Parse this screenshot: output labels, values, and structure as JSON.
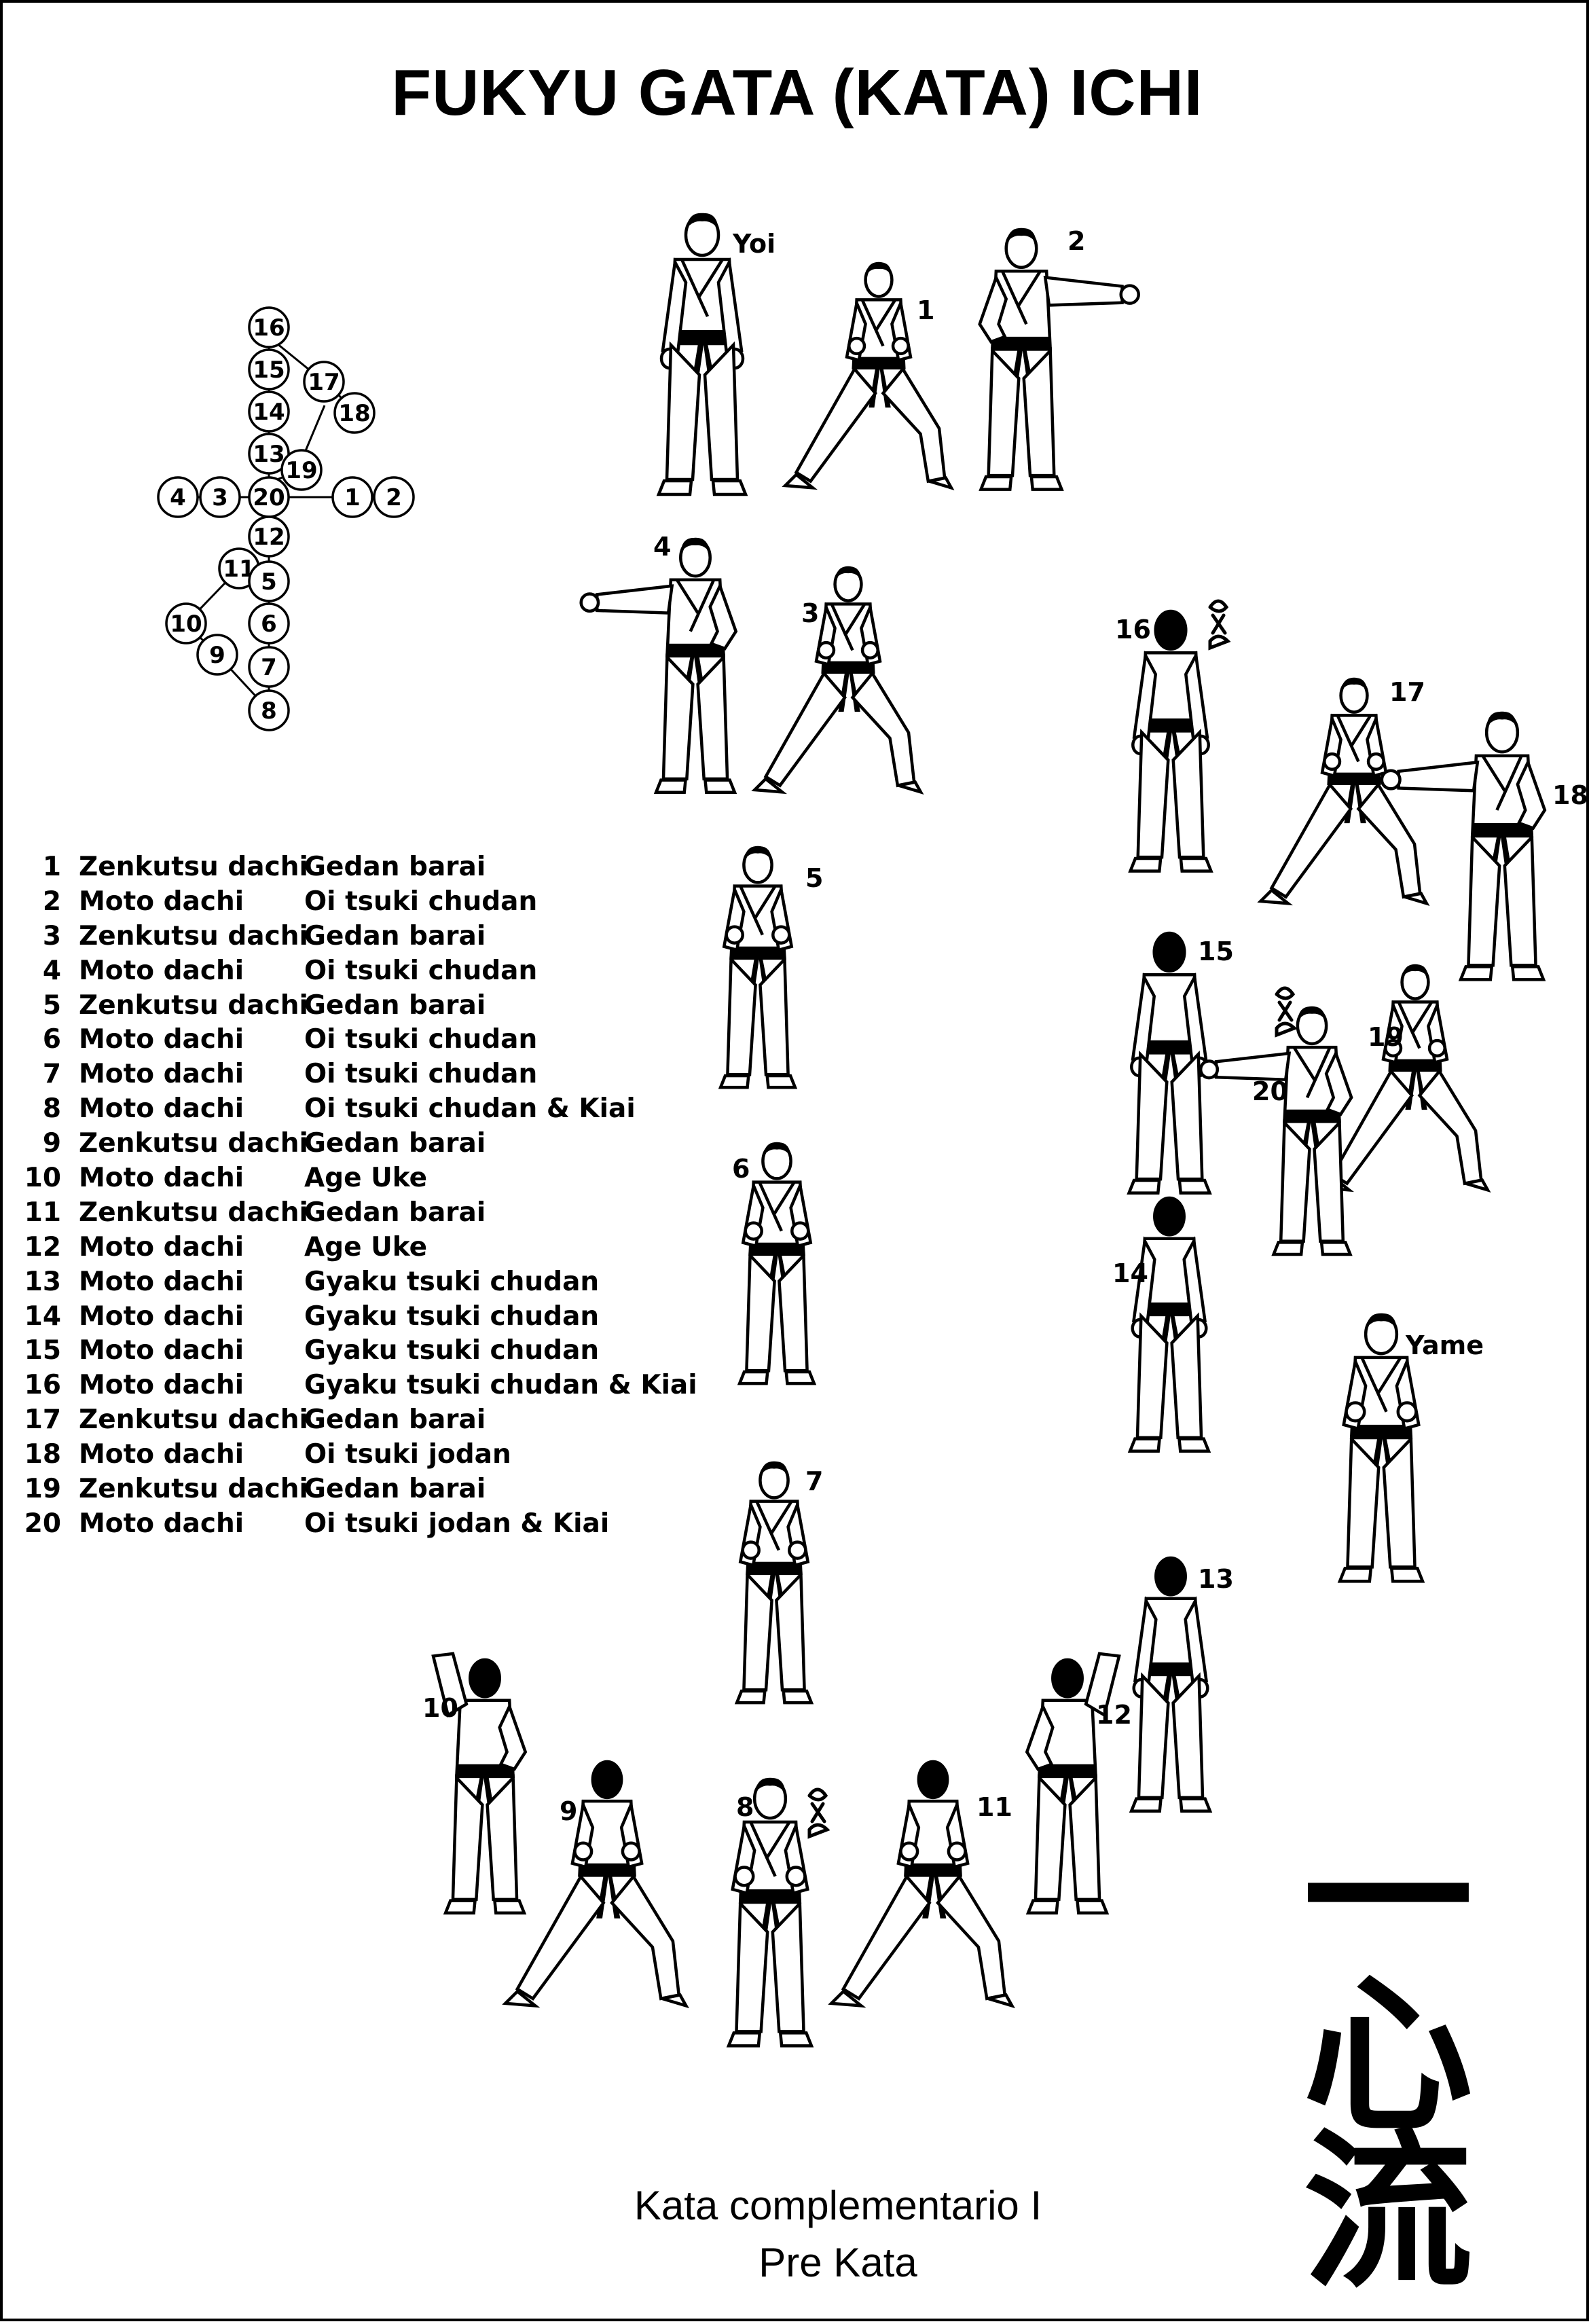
{
  "title": "FUKYU GATA (KATA) ICHI",
  "diagram_nodes": [
    "16",
    "15",
    "17",
    "14",
    "18",
    "13",
    "19",
    "4",
    "3",
    "20",
    "1",
    "2",
    "12",
    "11",
    "5",
    "10",
    "6",
    "9",
    "7",
    "8"
  ],
  "steps": [
    {
      "num": "1",
      "stance": "Zenkutsu dachi",
      "technique": "Gedan barai"
    },
    {
      "num": "2",
      "stance": "Moto dachi",
      "technique": "Oi tsuki chudan"
    },
    {
      "num": "3",
      "stance": "Zenkutsu dachi",
      "technique": "Gedan barai"
    },
    {
      "num": "4",
      "stance": "Moto dachi",
      "technique": "Oi tsuki chudan"
    },
    {
      "num": "5",
      "stance": "Zenkutsu dachi",
      "technique": "Gedan barai"
    },
    {
      "num": "6",
      "stance": "Moto dachi",
      "technique": "Oi tsuki chudan"
    },
    {
      "num": "7",
      "stance": "Moto dachi",
      "technique": "Oi tsuki chudan"
    },
    {
      "num": "8",
      "stance": "Moto dachi",
      "technique": "Oi tsuki chudan & Kiai"
    },
    {
      "num": "9",
      "stance": "Zenkutsu dachi",
      "technique": "Gedan barai"
    },
    {
      "num": "10",
      "stance": "Moto dachi",
      "technique": "Age Uke"
    },
    {
      "num": "11",
      "stance": "Zenkutsu dachi",
      "technique": "Gedan barai"
    },
    {
      "num": "12",
      "stance": "Moto dachi",
      "technique": "Age Uke"
    },
    {
      "num": "13",
      "stance": "Moto dachi",
      "technique": "Gyaku tsuki chudan"
    },
    {
      "num": "14",
      "stance": "Moto dachi",
      "technique": "Gyaku tsuki chudan"
    },
    {
      "num": "15",
      "stance": "Moto dachi",
      "technique": "Gyaku tsuki chudan"
    },
    {
      "num": "16",
      "stance": "Moto dachi",
      "technique": "Gyaku tsuki chudan & Kiai"
    },
    {
      "num": "17",
      "stance": "Zenkutsu dachi",
      "technique": "Gedan barai"
    },
    {
      "num": "18",
      "stance": "Moto dachi",
      "technique": "Oi tsuki jodan"
    },
    {
      "num": "19",
      "stance": "Zenkutsu dachi",
      "technique": "Gedan barai"
    },
    {
      "num": "20",
      "stance": "Moto dachi",
      "technique": "Oi tsuki jodan & Kiai"
    }
  ],
  "figure_labels": [
    "Yoi",
    "1",
    "2",
    "4",
    "3",
    "5",
    "6",
    "7",
    "8",
    "9",
    "10",
    "11",
    "12",
    "13",
    "14",
    "15",
    "16",
    "17",
    "18",
    "19",
    "20",
    "Yame"
  ],
  "calligraphy": [
    "一",
    "心",
    "流"
  ],
  "footer": {
    "line1": "Kata complementario I",
    "line2": "Pre Kata"
  }
}
